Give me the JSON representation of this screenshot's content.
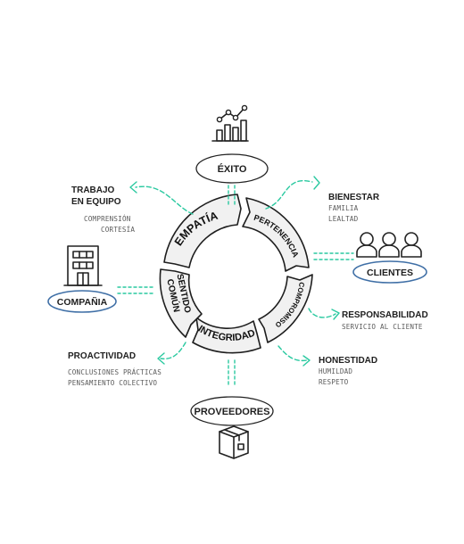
{
  "center": {
    "segments": [
      "EMPATÍA",
      "PERTENENCIA",
      "COMPROMISO",
      "INTEGRIDAD",
      "SENTIDO",
      "COMÚN"
    ]
  },
  "top": {
    "label": "ÉXITO",
    "icon": "chart-growth-icon"
  },
  "bottom": {
    "label": "PROVEEDORES",
    "icon": "package-box-icon"
  },
  "right": {
    "label": "CLIENTES",
    "icon": "people-group-icon"
  },
  "left": {
    "label": "COMPAÑIA",
    "icon": "office-building-icon"
  },
  "values": {
    "trabajo_equipo": {
      "title_line1": "TRABAJO",
      "title_line2": "EN EQUIPO",
      "items": [
        "COMPRENSIÓN",
        "CORTESÍA"
      ]
    },
    "bienestar": {
      "title": "BIENESTAR",
      "items": [
        "FAMILIA",
        "LEALTAD"
      ]
    },
    "responsabilidad": {
      "title": "RESPONSABILIDAD",
      "items": [
        "SERVICIO AL CLIENTE"
      ]
    },
    "honestidad": {
      "title": "HONESTIDAD",
      "items": [
        "HUMILDAD",
        "RESPETO"
      ]
    },
    "proactividad": {
      "title": "PROACTIVIDAD",
      "items": [
        "CONCLUSIONES PRÁCTICAS",
        "PENSAMIENTO COLECTIVO"
      ]
    }
  },
  "colors": {
    "accent": "#2ac9a0",
    "pill_outline": "#3f6fa6",
    "ink": "#1f1f1f"
  }
}
